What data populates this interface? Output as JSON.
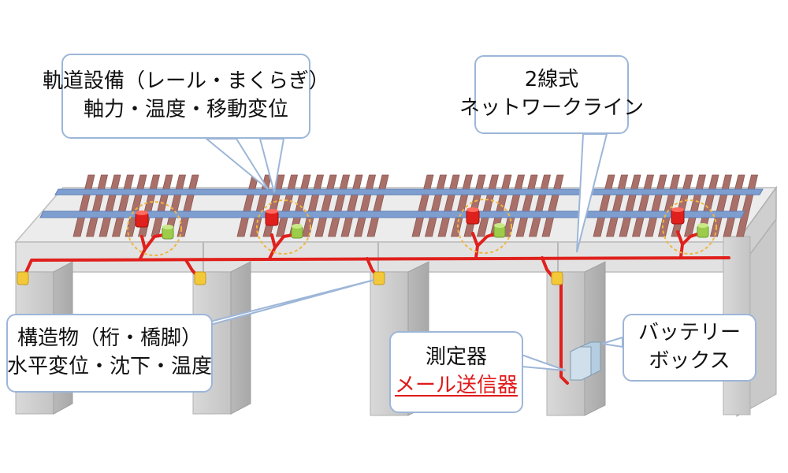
{
  "callouts": {
    "track": {
      "line1": "軌道設備（レール・まくらぎ）",
      "line2": "軸力・温度・移動変位"
    },
    "network": {
      "line1": "2線式",
      "line2": "ネットワークライン"
    },
    "structure": {
      "line1": "構造物（桁・橋脚）",
      "line2": "水平変位・沈下・温度"
    },
    "device": {
      "line1": "測定器",
      "line2": "メール送信器"
    },
    "battery": {
      "line1": "バッテリー",
      "line2": "ボックス"
    }
  },
  "colors": {
    "sleeper": "#a9706a",
    "rail": "#7f9ed0",
    "deck": "#e6e6e6",
    "pier": "#cfcfcf",
    "network_line": "#e0201c",
    "sensor_red": "#e0201c",
    "sensor_green": "#9ccc4a",
    "sensor_yellow": "#f3c93a",
    "callout_border": "#9db6d8"
  },
  "icons": [
    "rail-sensor-icon",
    "sleeper-sensor-icon",
    "structure-sensor-icon",
    "battery-box-icon"
  ]
}
